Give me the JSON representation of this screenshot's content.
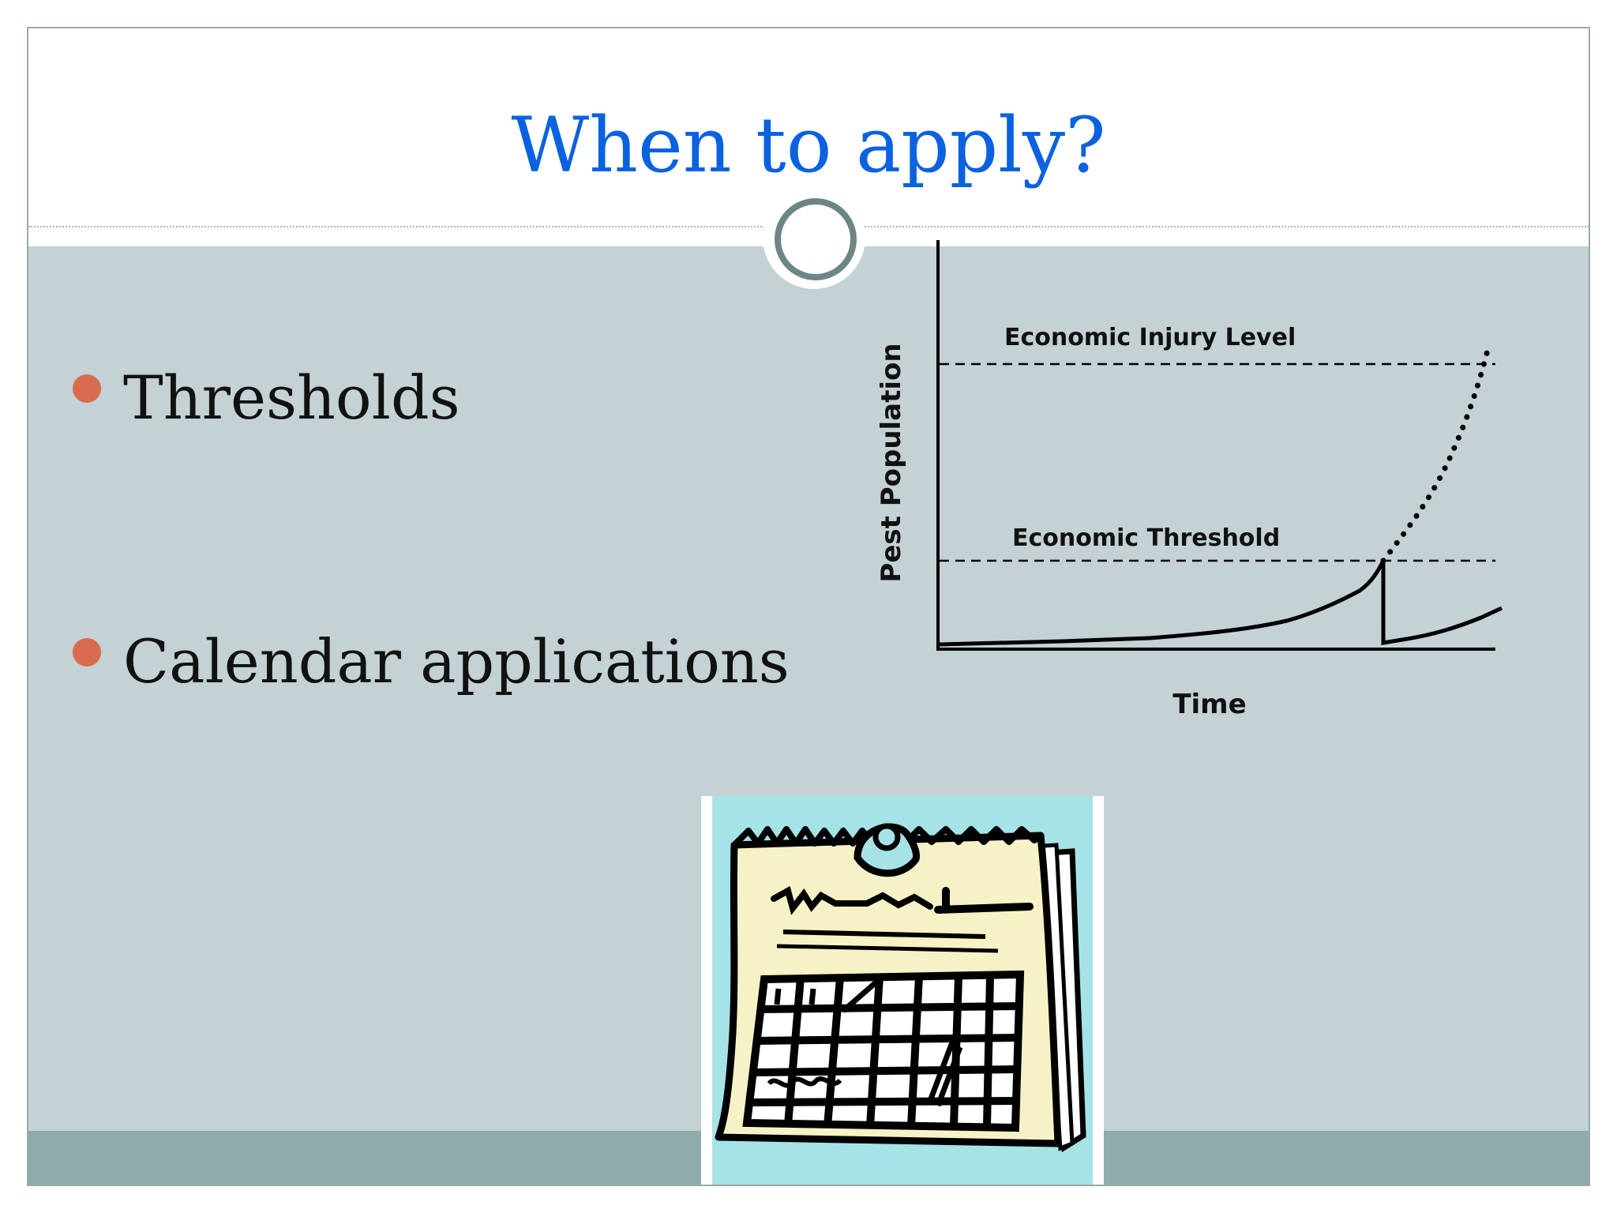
{
  "slide": {
    "title": "When to apply?",
    "bullets": [
      {
        "label": "Thresholds"
      },
      {
        "label": "Calendar applications"
      }
    ]
  },
  "colors": {
    "title": "#0a62e0",
    "bullet": "#d96b4f",
    "body_band": "#c4d1d5",
    "footer_band": "#8fabab",
    "ring": "#6d8585"
  },
  "chart_data": {
    "type": "line",
    "title": "",
    "xlabel": "Time",
    "ylabel": "Pest Population",
    "thresholds": [
      {
        "label": "Economic Injury Level",
        "style": "dashed"
      },
      {
        "label": "Economic Threshold",
        "style": "dashed"
      }
    ],
    "grid": false,
    "legend": "none"
  },
  "icons": {
    "calendar": "calendar-clipart-icon",
    "ring": "ring-ornament-icon"
  }
}
